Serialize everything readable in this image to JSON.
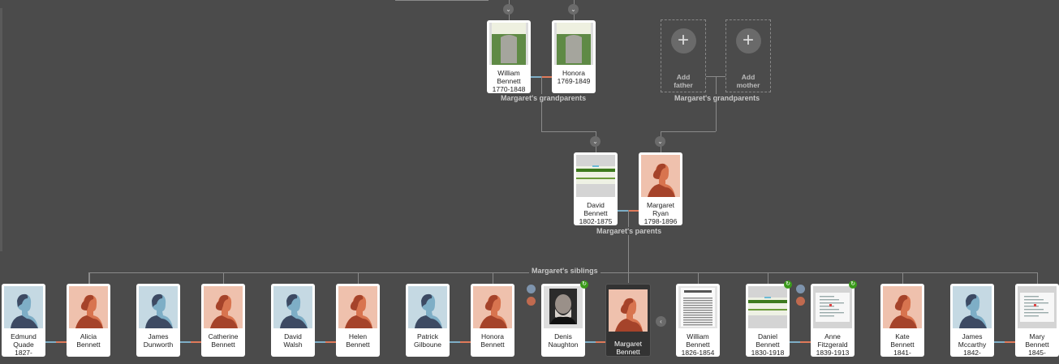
{
  "grandparents_paternal": {
    "label": "Margaret's grandparents",
    "people": [
      {
        "first": "William",
        "last": "Bennett",
        "dates": "1770-1848",
        "photo": "headstone"
      },
      {
        "first": "Honora",
        "last": "",
        "dates": "1769-1849",
        "photo": "headstone"
      }
    ]
  },
  "grandparents_maternal": {
    "label": "Margaret's grandparents",
    "add_father": "Add father",
    "add_mother": "Add mother",
    "plus": "+"
  },
  "parents": {
    "label": "Margaret's parents",
    "people": [
      {
        "first": "David",
        "last": "Bennett",
        "dates": "1802-1875",
        "photo": "record"
      },
      {
        "first": "Margaret",
        "last": "Ryan",
        "dates": "1798-1896",
        "photo": "female"
      }
    ]
  },
  "siblings": {
    "label": "Margaret's siblings",
    "people": [
      {
        "first": "Edmund",
        "last": "Quade",
        "dates": "1827-",
        "photo": "male"
      },
      {
        "first": "Alicia",
        "last": "Bennett",
        "dates": "",
        "photo": "female"
      },
      {
        "first": "James",
        "last": "Dunworth",
        "dates": "",
        "photo": "male"
      },
      {
        "first": "Catherine",
        "last": "Bennett",
        "dates": "",
        "photo": "female"
      },
      {
        "first": "David",
        "last": "Walsh",
        "dates": "",
        "photo": "male"
      },
      {
        "first": "Helen",
        "last": "Bennett",
        "dates": "",
        "photo": "female"
      },
      {
        "first": "Patrick",
        "last": "Gilboune",
        "dates": "",
        "photo": "male"
      },
      {
        "first": "Honora",
        "last": "Bennett",
        "dates": "",
        "photo": "female"
      },
      {
        "first": "Denis",
        "last": "Naughton",
        "dates": "",
        "photo": "portrait"
      },
      {
        "first": "Margaret",
        "last": "Bennett",
        "dates": "",
        "photo": "female",
        "focus": true
      },
      {
        "first": "William",
        "last": "Bennett",
        "dates": "1826-1854",
        "photo": "newspaper"
      },
      {
        "first": "Daniel",
        "last": "Bennett",
        "dates": "1830-1918",
        "photo": "record"
      },
      {
        "first": "Anne",
        "last": "Fitzgerald",
        "dates": "1839-1913",
        "photo": "document"
      },
      {
        "first": "Kate",
        "last": "Bennett",
        "dates": "1841-",
        "photo": "female"
      },
      {
        "first": "James",
        "last": "Mccarthy",
        "dates": "1842-",
        "photo": "male"
      },
      {
        "first": "Mary",
        "last": "Bennett",
        "dates": "1845-",
        "photo": "document"
      }
    ]
  },
  "colors": {
    "male": "#7eaec6",
    "female": "#e07a5a",
    "hint": "#3a9b1a"
  }
}
